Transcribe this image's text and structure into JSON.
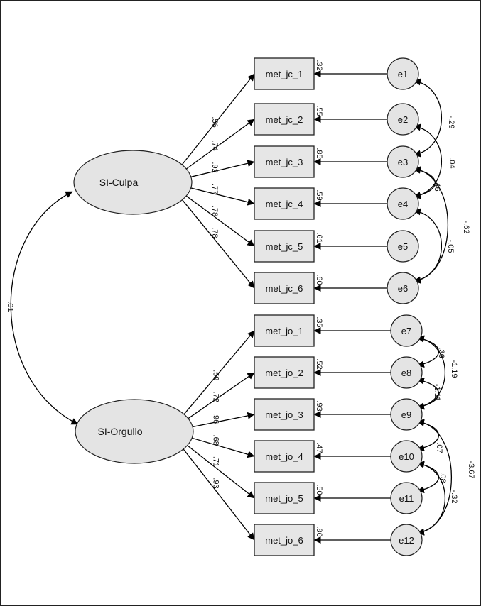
{
  "latent": [
    {
      "id": "culpa",
      "label": "SI-Culpa"
    },
    {
      "id": "orgullo",
      "label": "SI-Orgullo"
    }
  ],
  "latent_covariance": ".01",
  "indicators": [
    {
      "label": "met_jc_1",
      "loading": ".56",
      "r2": ".32",
      "error": "e1"
    },
    {
      "label": "met_jc_2",
      "loading": ".74",
      "r2": ".55",
      "error": "e2"
    },
    {
      "label": "met_jc_3",
      "loading": ".92",
      "r2": ".85",
      "error": "e3"
    },
    {
      "label": "met_jc_4",
      "loading": ".77",
      "r2": ".59",
      "error": "e4"
    },
    {
      "label": "met_jc_5",
      "loading": ".78",
      "r2": ".61",
      "error": "e5"
    },
    {
      "label": "met_jc_6",
      "loading": ".78",
      "r2": ".60",
      "error": "e6"
    },
    {
      "label": "met_jo_1",
      "loading": ".59",
      "r2": ".35",
      "error": "e7"
    },
    {
      "label": "met_jo_2",
      "loading": ".72",
      "r2": ".52",
      "error": "e8"
    },
    {
      "label": "met_jo_3",
      "loading": ".96",
      "r2": ".93",
      "error": "e9"
    },
    {
      "label": "met_jo_4",
      "loading": ".68",
      "r2": ".47",
      "error": "e10"
    },
    {
      "label": "met_jo_5",
      "loading": ".71",
      "r2": ".50",
      "error": "e11"
    },
    {
      "label": "met_jo_6",
      "loading": ".93",
      "r2": ".86",
      "error": "e12"
    }
  ],
  "error_covariances": [
    {
      "from": "e1",
      "to": "e3",
      "value": "-.29"
    },
    {
      "from": "e2",
      "to": "e4",
      "value": ".04"
    },
    {
      "from": "e3",
      "to": "e4",
      "value": ".46"
    },
    {
      "from": "e3",
      "to": "e6",
      "value": "-.62"
    },
    {
      "from": "e4",
      "to": "e6",
      "value": "-.05"
    },
    {
      "from": "e7",
      "to": "e8",
      "value": ".36"
    },
    {
      "from": "e7",
      "to": "e9",
      "value": "-1.19"
    },
    {
      "from": "e8",
      "to": "e9",
      "value": "-1.11"
    },
    {
      "from": "e9",
      "to": "e10",
      "value": ".07"
    },
    {
      "from": "e10",
      "to": "e11",
      "value": ".08"
    },
    {
      "from": "e9",
      "to": "e12",
      "value": "-3.67"
    },
    {
      "from": "e10",
      "to": "e12",
      "value": "-.32"
    }
  ]
}
